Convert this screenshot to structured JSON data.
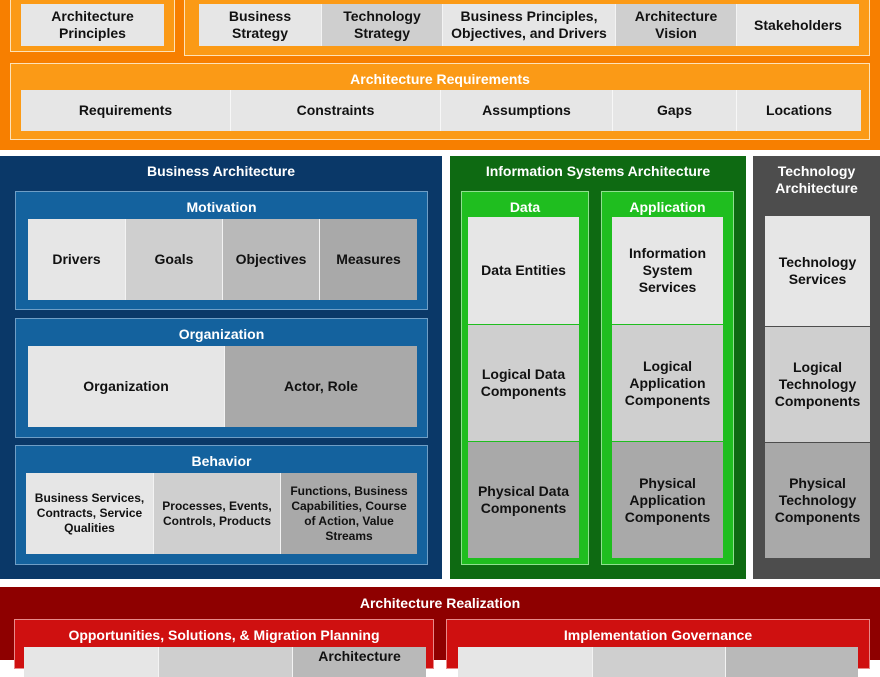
{
  "top": {
    "row1_left": [
      "Architecture Principles"
    ],
    "row1_right": [
      "Business Strategy",
      "Technology Strategy",
      "Business Principles, Objectives, and Drivers",
      "Architecture Vision",
      "Stakeholders"
    ],
    "requirements_title": "Architecture Requirements",
    "requirements": [
      "Requirements",
      "Constraints",
      "Assumptions",
      "Gaps",
      "Locations"
    ]
  },
  "business": {
    "title": "Business Architecture",
    "motivation": {
      "title": "Motivation",
      "items": [
        "Drivers",
        "Goals",
        "Objectives",
        "Measures"
      ]
    },
    "organization": {
      "title": "Organization",
      "items": [
        "Organization",
        "Actor, Role"
      ]
    },
    "behavior": {
      "title": "Behavior",
      "items": [
        "Business Services, Contracts, Service Qualities",
        "Processes, Events, Controls, Products",
        "Functions, Business Capabilities, Course of Action, Value Streams"
      ]
    }
  },
  "isa": {
    "title": "Information Systems Architecture",
    "data": {
      "title": "Data",
      "items": [
        "Data Entities",
        "Logical Data Components",
        "Physical Data Components"
      ]
    },
    "application": {
      "title": "Application",
      "items": [
        "Information System Services",
        "Logical Application Components",
        "Physical Application Components"
      ]
    }
  },
  "technology": {
    "title": "Technology Architecture",
    "items": [
      "Technology Services",
      "Logical Technology Components",
      "Physical Technology Components"
    ]
  },
  "realization": {
    "title": "Architecture Realization",
    "opportunities": {
      "title": "Opportunities, Solutions, & Migration Planning",
      "items": [
        "Architecture"
      ]
    },
    "governance": {
      "title": "Implementation Governance"
    }
  },
  "colors": {
    "orange": "#f77f00",
    "orange_inner": "#fb9a16",
    "navy": "#0a3868",
    "blue": "#14629e",
    "dkgreen": "#0e6a12",
    "green": "#1fbe1f",
    "darkgray": "#4d4d4d",
    "darkred": "#8e0000",
    "red": "#cf1010"
  }
}
